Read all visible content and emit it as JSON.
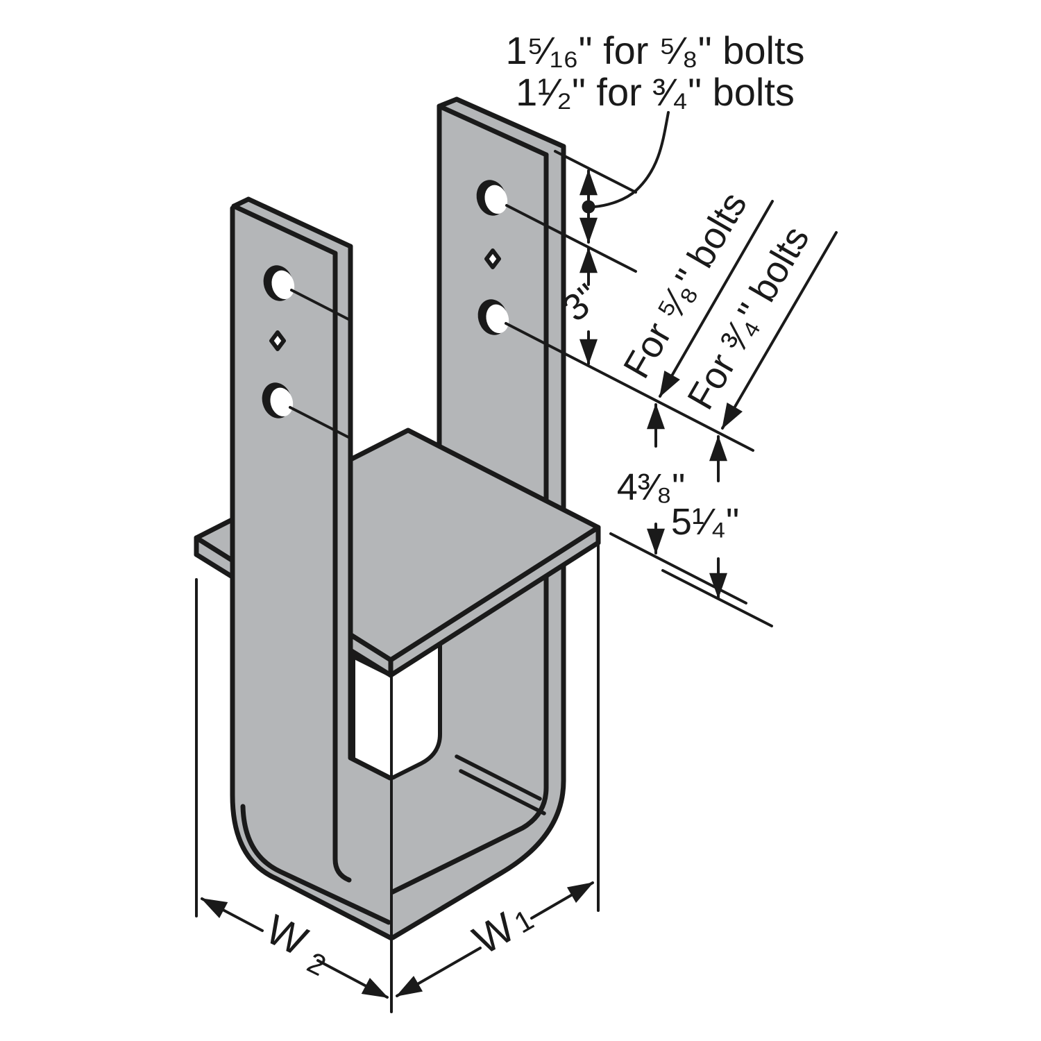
{
  "figure": {
    "top_note": {
      "line1": "1⁵⁄₁₆\" for ⁵⁄₈\" bolts",
      "line2": "1¹⁄₂\" for ³⁄₄\" bolts"
    },
    "dimensions": {
      "hole_spacing": "3\"",
      "seat_to_bolt_58": "4³⁄₈\"",
      "seat_to_bolt_34": "5¹⁄₄\"",
      "width_front": {
        "base": "W",
        "sub": "1"
      },
      "width_side": {
        "base": "W",
        "sub": "2"
      }
    },
    "leaders": {
      "bolts_58": "For ⁵⁄₈\" bolts",
      "bolts_34": "For ³⁄₄\" bolts"
    },
    "colors": {
      "steel": "#b4b6b8",
      "line": "#1a1a1a",
      "background": "#ffffff"
    }
  }
}
